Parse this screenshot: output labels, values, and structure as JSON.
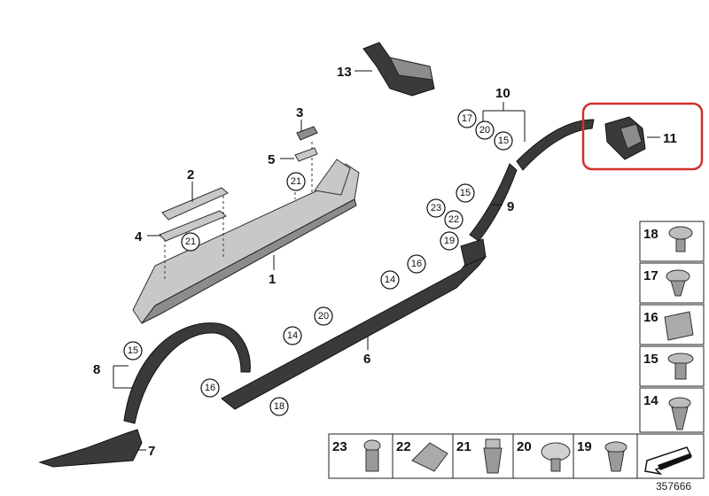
{
  "labels": {
    "1": "1",
    "2": "2",
    "3": "3",
    "4": "4",
    "5": "5",
    "6": "6",
    "7": "7",
    "8": "8",
    "9": "9",
    "10": "10",
    "11": "11",
    "13": "13"
  },
  "circles": {
    "c21a": "21",
    "c21b": "21",
    "c17": "17",
    "c20a": "20",
    "c15a": "15",
    "c15b": "15",
    "c23": "23",
    "c22": "22",
    "c19": "19",
    "c16a": "16",
    "c14a": "14",
    "c20b": "20",
    "c14b": "14",
    "c15c": "15",
    "c16b": "16",
    "c18": "18"
  },
  "legend": {
    "right": [
      "18",
      "17",
      "16",
      "15",
      "14"
    ],
    "bottom": [
      "23",
      "22",
      "21",
      "20",
      "19"
    ]
  },
  "highlight_color": "#d0302c",
  "reference_number": "357666"
}
